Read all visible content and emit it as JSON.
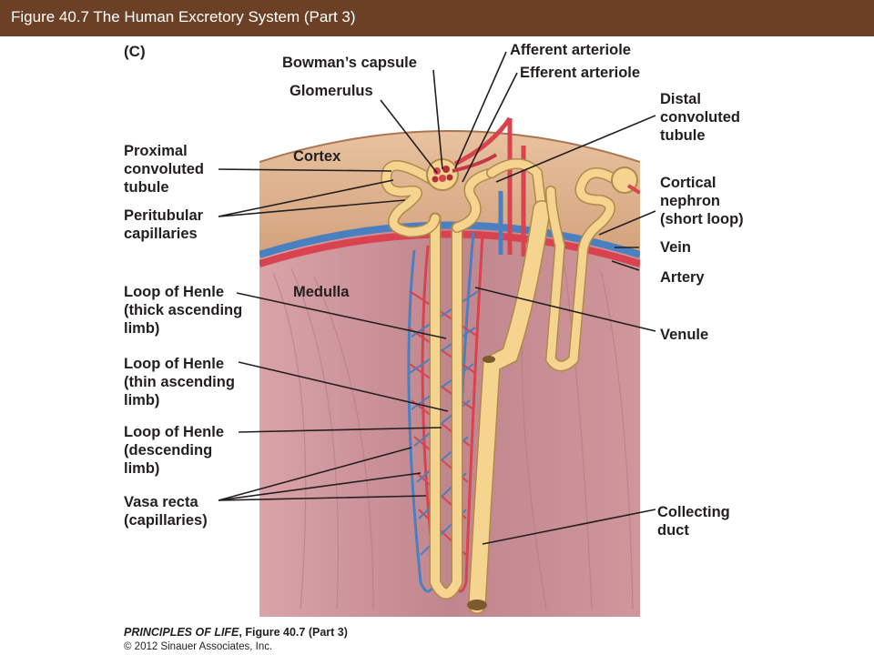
{
  "header": {
    "title": "Figure 40.7  The Human Excretory System (Part 3)",
    "bar_color": "#6b4024"
  },
  "panel_letter": "(C)",
  "regions": {
    "cortex": "Cortex",
    "medulla": "Medulla"
  },
  "labels": {
    "bowmans_capsule": "Bowman’s capsule",
    "glomerulus": "Glomerulus",
    "afferent_arteriole": "Afferent arteriole",
    "efferent_arteriole": "Efferent arteriole",
    "distal_tubule": [
      "Distal",
      "convoluted",
      "tubule"
    ],
    "proximal_tubule": [
      "Proximal",
      "convoluted",
      "tubule"
    ],
    "cortical_nephron": [
      "Cortical",
      "nephron",
      "(short loop)"
    ],
    "peritubular_capillaries": [
      "Peritubular",
      "capillaries"
    ],
    "vein": "Vein",
    "artery": "Artery",
    "loop_thick_ascending": [
      "Loop of Henle",
      "(thick ascending",
      "limb)"
    ],
    "venule": "Venule",
    "loop_thin_ascending": [
      "Loop of Henle",
      "(thin ascending",
      "limb)"
    ],
    "loop_descending": [
      "Loop of Henle",
      "(descending",
      "limb)"
    ],
    "vasa_recta": [
      "Vasa recta",
      "(capillaries)"
    ],
    "collecting_duct": [
      "Collecting",
      "duct"
    ]
  },
  "credit": {
    "book": "PRINCIPLES OF LIFE",
    "figure": ", Figure 40.7 (Part 3)",
    "copyright": "© 2012 Sinauer Associates, Inc."
  },
  "colors": {
    "cortex": "#dcae87",
    "medulla": "#c48a90",
    "tubule": "#f4d48e",
    "artery": "#d9434f",
    "vein": "#4a7fc0"
  }
}
